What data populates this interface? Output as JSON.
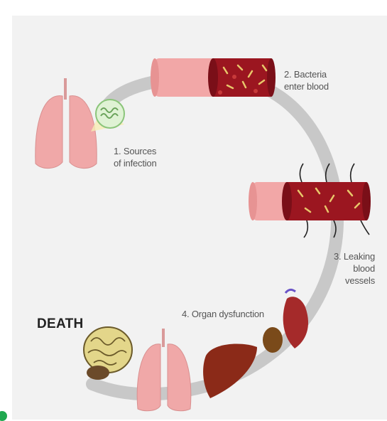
{
  "labels": {
    "sources": [
      "1. Sources",
      "of infection"
    ],
    "bacteria": [
      "2. Bacteria",
      "enter blood"
    ],
    "leaking": [
      "3. Leaking",
      "blood",
      "vessels"
    ],
    "organ": "4. Organ dysfunction",
    "death": "DEATH"
  },
  "colors": {
    "background": "#f2f2f2",
    "path": "#c8c8c8",
    "vessel_wall": "#f2a7a7",
    "blood": "#9b1620",
    "bacteria": "#e8c76a",
    "lung": "#f0a8a8",
    "brain": "#e3d68a",
    "liver": "#8b2a18",
    "heart": "#a52a2a",
    "infection": "#b6e3a4"
  }
}
